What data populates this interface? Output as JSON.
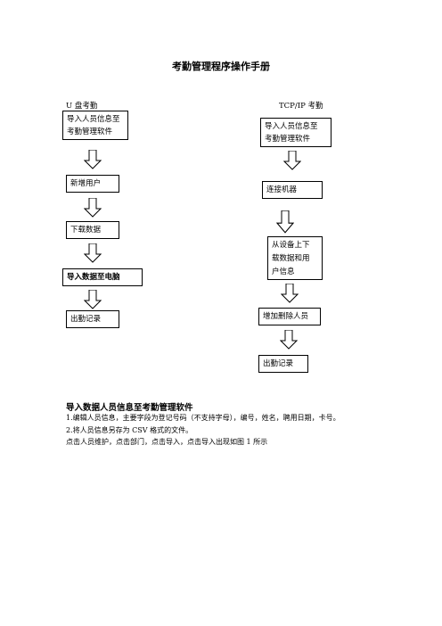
{
  "doc": {
    "title": "考勤管理程序操作手册",
    "left_column": {
      "heading": "U 盘考勤",
      "steps": [
        "导入人员信息至\n考勤管理软件",
        "新增用户",
        "下载数据",
        "导入数据至电脑",
        "出勤记录"
      ]
    },
    "right_column": {
      "heading": "TCP/IP 考勤",
      "steps": [
        "导入人员信息至\n考勤管理软件",
        "连接机器",
        "从设备上下\n载数据和用\n户信息",
        "增加删除人员",
        "出勤记录"
      ]
    },
    "section": {
      "title": "导入数据人员信息至考勤管理软件",
      "lines": [
        "1.编辑人员信息，主要字段为登记号码（不支持字母），编号，姓名，聘用日期，卡号。",
        "2.将人员信息另存为 CSV 格式的文件。",
        "点击人员维护，点击部门，点击导入，点击导入出现如图 1 所示"
      ]
    }
  }
}
